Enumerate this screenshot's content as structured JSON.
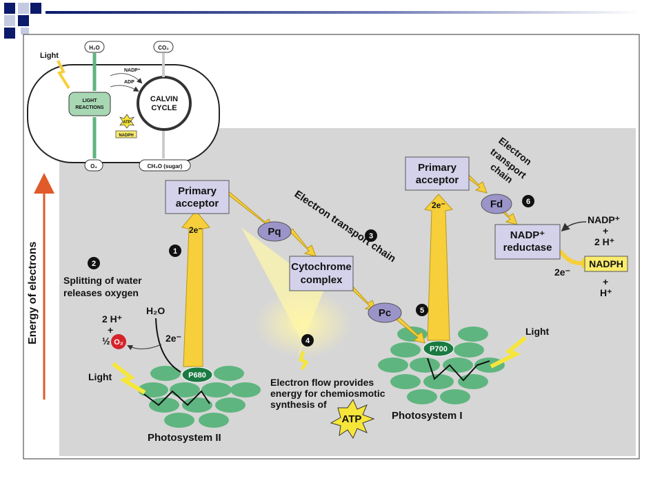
{
  "colors": {
    "slide_square_dark": "#0b1a6b",
    "slide_square_light": "#c5cae3",
    "title_bar_start": "#0b1a6b",
    "title_bar_end": "#ffffff",
    "panel_gray": "#d6d6d6",
    "box_lavender": "#d4d2ea",
    "carrier_purple": "#9b94c9",
    "chlorophyll_green": "#5fb57f",
    "arrow_yellow": "#f6cf3a",
    "energy_arrow": "#e05a2a",
    "oxygen_red": "#d6232a",
    "nadph_yellow": "#f9ec6e"
  },
  "inset": {
    "light": "Light",
    "h2o": "H₂O",
    "co2": "CO₂",
    "nadp": "NADP⁺",
    "adp": "ADP",
    "light_reactions_line1": "LIGHT",
    "light_reactions_line2": "REACTIONS",
    "atp": "ATP",
    "nadph": "NADPH",
    "calvin_line1": "CALVIN",
    "calvin_line2": "CYCLE",
    "o2": "O₂",
    "sugar": "CH₂O (sugar)"
  },
  "axis": {
    "energy_label": "Energy of electrons"
  },
  "boxes": {
    "ps2_acceptor_line1": "Primary",
    "ps2_acceptor_line2": "acceptor",
    "cytochrome_line1": "Cytochrome",
    "cytochrome_line2": "complex",
    "ps1_acceptor_line1": "Primary",
    "ps1_acceptor_line2": "acceptor",
    "reductase_line1": "NADP⁺",
    "reductase_line2": "reductase"
  },
  "carriers": {
    "pq": "Pq",
    "pc": "Pc",
    "fd": "Fd"
  },
  "labels": {
    "two_e": "2e⁻",
    "etc_main": "Electron transport chain",
    "etc2_line1": "Electron",
    "etc2_line2": "transport",
    "etc2_line3": "chain",
    "step1": "1",
    "step2": "2",
    "step3": "3",
    "step4": "4",
    "step5": "5",
    "step6": "6",
    "splitting_line1": "Splitting of water",
    "splitting_line2": "releases oxygen",
    "two_h_plus": "2 H⁺",
    "plus": "+",
    "half": "½",
    "o2": "O₂",
    "h2o": "H₂O",
    "light": "Light",
    "p680": "P680",
    "p700": "P700",
    "photosystem_2": "Photosystem II",
    "photosystem_1": "Photosystem I",
    "flow_line1": "Electron flow provides",
    "flow_line2": "energy for chemiosmotic",
    "flow_line3": "synthesis of",
    "atp": "ATP",
    "nadp_plus": "NADP⁺",
    "nadph": "NADPH",
    "h_plus": "H⁺"
  }
}
